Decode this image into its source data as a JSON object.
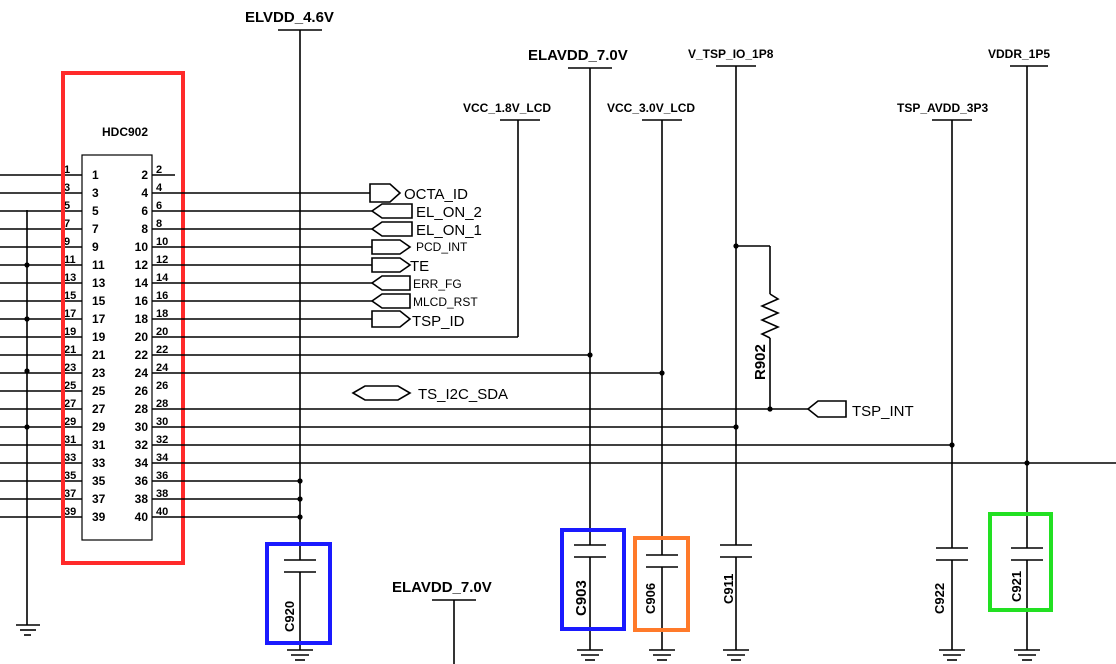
{
  "connector": {
    "ref": "HDC902",
    "pins_left": [
      "1",
      "3",
      "5",
      "7",
      "9",
      "11",
      "13",
      "15",
      "17",
      "19",
      "21",
      "23",
      "25",
      "27",
      "29",
      "31",
      "33",
      "35",
      "37",
      "39"
    ],
    "pins_right": [
      "2",
      "4",
      "6",
      "8",
      "10",
      "12",
      "14",
      "16",
      "18",
      "20",
      "22",
      "24",
      "26",
      "28",
      "30",
      "32",
      "34",
      "36",
      "38",
      "40"
    ],
    "highlight_color": "#ff2a2a"
  },
  "rails": {
    "elvdd": "ELVDD_4.6V",
    "elavdd": "ELAVDD_7.0V",
    "elavdd_bottom": "ELAVDD_7.0V",
    "vcc_1v8": "VCC_1.8V_LCD",
    "vcc_3v0": "VCC_3.0V_LCD",
    "tsp_io": "V_TSP_IO_1P8",
    "tsp_avdd": "TSP_AVDD_3P3",
    "vddr": "VDDR_1P5"
  },
  "signals": {
    "octa_id": "OCTA_ID",
    "el_on_2": "EL_ON_2",
    "el_on_1": "EL_ON_1",
    "pcd_int": "PCD_INT",
    "te": "TE",
    "err_fg": "ERR_FG",
    "mlcd_rst": "MLCD_RST",
    "tsp_id": "TSP_ID",
    "ts_i2c_sda": "TS_I2C_SDA",
    "tsp_int": "TSP_INT"
  },
  "resistor": {
    "ref": "R902"
  },
  "capacitors": {
    "c920": "C920",
    "c903": "C903",
    "c906": "C906",
    "c911": "C911",
    "c922": "C922",
    "c921": "C921"
  },
  "highlight_colors": {
    "c920": "#1a1aff",
    "c903": "#1a1aff",
    "c906": "#ff7a2a",
    "c921": "#22e022"
  }
}
